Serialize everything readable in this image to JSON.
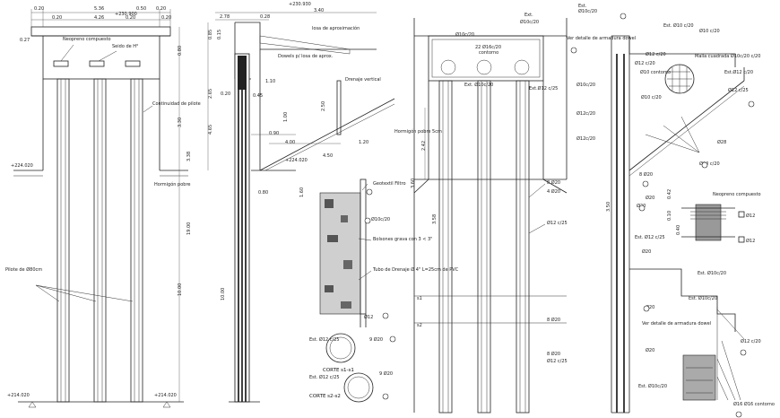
{
  "panel_a": {
    "dims_top": [
      "0.20",
      "5.36",
      "0.20",
      "0.20",
      "4.26",
      "0.20",
      "0.50",
      "0.20"
    ],
    "dim_left": "0.27",
    "elev_top": "+230.900",
    "labels": {
      "neoprene": "Neopreno compuesto",
      "seat": "Seido de H°",
      "continuity": "Continuidad de pilote",
      "shoring": "Hormigón pobre",
      "piles": "Pilote de Ø80cm"
    },
    "dims_side": [
      "0.80",
      "3.30",
      "3.38",
      "19.00",
      "10.00"
    ],
    "elev_mid": "+224.020",
    "elev_bottom_left": "+214.020",
    "elev_bottom_right": "+214.020"
  },
  "panel_b": {
    "dims_top": [
      "2.78",
      "0.28",
      "3.40"
    ],
    "elev_top": "+230.930",
    "labels": {
      "losa": "losa de aproximación",
      "dowel": "Dowels p/ losa de aprox.",
      "drain": "Drenaje vertical",
      "shoring": "Hormigón pobre 5cm"
    },
    "dims": [
      "0.85",
      "0.15",
      "2.65",
      "4.65",
      "1.10",
      "0.20",
      "0.45",
      "1.00",
      "4.00",
      "1.20",
      "2.50",
      "4.50",
      "0.90",
      "10.00"
    ],
    "elev_mid": "+224.020",
    "dim_bottom": "0.80"
  },
  "panel_c": {
    "labels": {
      "geo": "Geotextil Filtro",
      "bolsones": "Bolsones grava con 3 < 3\"",
      "tubo": "Tubo de Drenaje Ø 4\" L=25cm de PVC"
    },
    "refs": [
      "Ø10c/20",
      "Ø12"
    ],
    "dim_v": "1.60"
  },
  "sections": {
    "s1": {
      "ext": "Est. Ø12 c/25",
      "bars": "9 Ø20",
      "caption": "CORTE s1-s1"
    },
    "s2": {
      "ext": "Est. Ø12 c/25",
      "bars": "9 Ø20",
      "caption": "CORTE s2-s2"
    }
  },
  "panel_d": {
    "top": [
      "Ext.",
      "Ø10c/20"
    ],
    "labels": [
      "Ø10c/20",
      "22 Ø16c/20",
      "contorno",
      "Ext. Ø10c/20",
      "Ext.Ø12 c/25"
    ],
    "dims": [
      "2.42",
      "3.60",
      "3.58"
    ],
    "bars": [
      "8 Ø20",
      "4 Ø20",
      "Ø12 c/25",
      "8 Ø20",
      "8 Ø20",
      "Ø12 c/25"
    ],
    "section_marks": [
      "s1",
      "s2"
    ]
  },
  "panel_e": {
    "top_labels": [
      "Est.",
      "Ø10c/20",
      "Ver detalle de armadura dowel",
      "Est. Ø10 c/20",
      "Ø10 c/20",
      "Ø12 c/20",
      "Ø10 c/20"
    ],
    "mid_labels": [
      "Malla cuadrada Ø10c/20 c/20",
      "Est.Ø12 c/20",
      "Ø12 c/25",
      "Ø12 c/20",
      "Ø10 contorno",
      "Ø10c/20",
      "Ø12c/20",
      "Ø12c/20",
      "Ø28",
      "Ø20 c/20"
    ],
    "lower_labels": [
      "8 Ø20",
      "Ø20",
      "Est. Ø12 c/25",
      "Ø20",
      "Ø20"
    ],
    "detail": {
      "title": "Neopreno compuesto",
      "dims": [
        "0.42",
        "0.10",
        "0.40"
      ],
      "refs": [
        "Ø12",
        "Ø12"
      ]
    },
    "bottom_labels": [
      "Est. Ø10c/20",
      "Est. Ø10c/20",
      "Ver detalle de armadura dowel",
      "Ø20",
      "Ø12 c/20",
      "Ø20",
      "Est. Ø10c/20",
      "Ø16 Ø16 contorno"
    ],
    "dim_v": "3.50"
  }
}
